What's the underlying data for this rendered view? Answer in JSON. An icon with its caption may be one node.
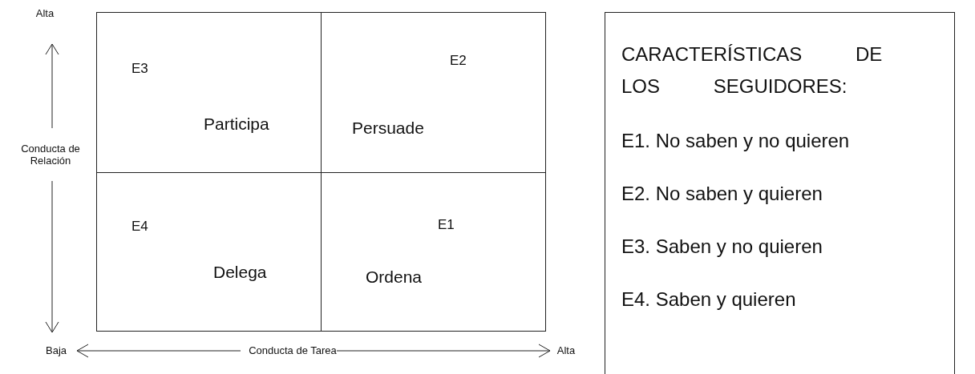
{
  "diagram": {
    "nodes": [
      {
        "text": [
          "E3",
          "Participa"
        ]
      },
      {
        "text": [
          "E2",
          "Persuade"
        ]
      },
      {
        "text": [
          "E4",
          "Delega"
        ]
      },
      {
        "text": [
          "E1",
          "Ordena"
        ]
      },
      {
        "text": [
          "CARACTERÍSTICAS DE LOS SEGUIDORES:",
          "E1. No saben y no quieren",
          "E2. No saben y quieren",
          "E3. Saben y no quieren",
          "E4. Saben y quieren"
        ]
      }
    ],
    "labels": [
      "Alta",
      "Conducta de Relación",
      "Baja",
      "Conducta de Tarea",
      "Alta"
    ]
  }
}
